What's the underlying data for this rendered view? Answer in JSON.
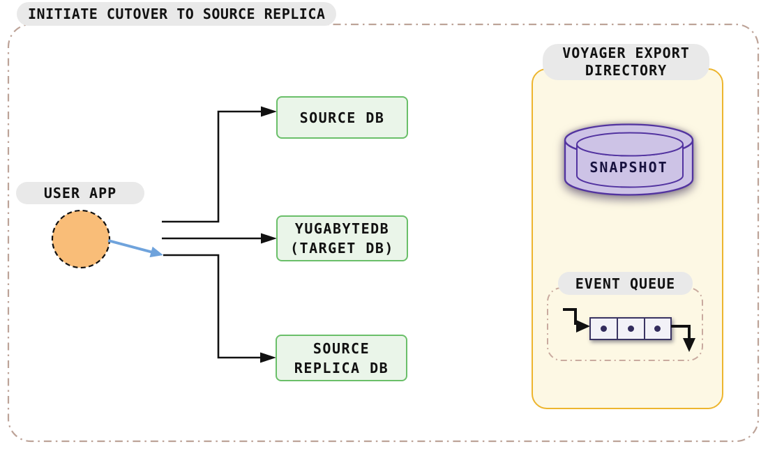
{
  "title": "INITIATE CUTOVER TO SOURCE REPLICA",
  "user_app": {
    "label": "USER APP"
  },
  "nodes": {
    "source_db": {
      "label": "SOURCE DB"
    },
    "target_db": {
      "line1": "YUGABYTEDB",
      "line2": "(TARGET DB)"
    },
    "source_replica_db": {
      "line1": "SOURCE",
      "line2": "REPLICA DB"
    }
  },
  "voyager": {
    "label": {
      "line1": "VOYAGER EXPORT",
      "line2": "DIRECTORY"
    },
    "snapshot": {
      "label": "SNAPSHOT"
    },
    "event_queue": {
      "label": "EVENT QUEUE",
      "item_count": 3
    }
  },
  "colors": {
    "label_pill_bg": "#e9e9e9",
    "text": "#111111",
    "node_fill": "#eaf5e9",
    "node_border": "#6abf69",
    "user_app_fill": "#f9bd78",
    "cutover_arrow_blue": "#6fa3dc",
    "voyager_fill": "#fdf8e4",
    "voyager_border": "#edb52e",
    "snapshot_fill": "#cdc3e6",
    "snapshot_border": "#5233a0",
    "snapshot_text": "#18123f",
    "outer_dashed_border": "#bda398",
    "queue_dashed_border": "#c9aa9f",
    "queue_cell_fill": "#f2f1f7",
    "queue_cell_border": "#3a3462",
    "connector": "#111111"
  }
}
